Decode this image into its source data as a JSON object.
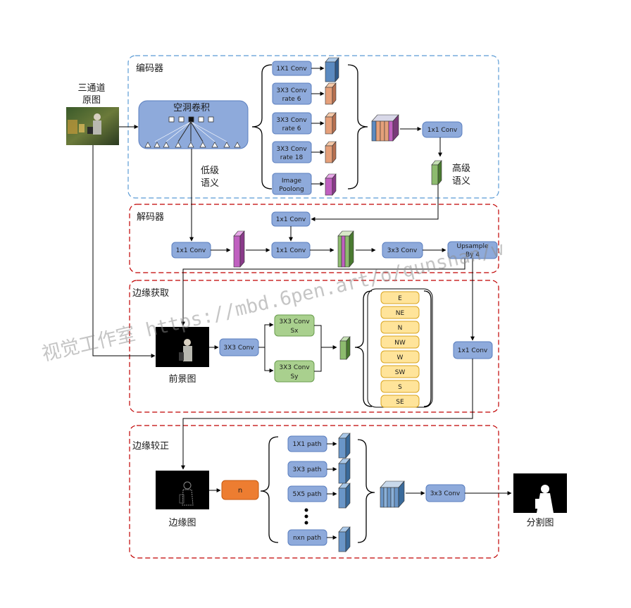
{
  "encoder": {
    "title": "编码器",
    "aspp_title": "空洞卷积",
    "low_level_label": [
      "低级",
      "语义"
    ],
    "high_level_label": [
      "高级",
      "语义"
    ],
    "branches": [
      [
        "1X1 Conv"
      ],
      [
        "3X3 Conv",
        "rate 6"
      ],
      [
        "3X3 Conv",
        "rate 6"
      ],
      [
        "3X3 Conv",
        "rate 18"
      ],
      [
        "Image",
        "Poolong"
      ]
    ],
    "concat_conv": "1x1 Conv"
  },
  "input": {
    "label": [
      "三通道",
      "原图"
    ]
  },
  "decoder": {
    "title": "解码器",
    "low_conv": "1x1 Conv",
    "high_conv": "1x1 Conv",
    "fuse_conv": "1x1 Conv",
    "conv3": "3x3 Conv",
    "upsample": [
      "Upsample",
      "By 4"
    ]
  },
  "edge_extraction": {
    "title": "边缘获取",
    "foreground_label": "前景图",
    "conv": "3X3 Conv",
    "sobel_x": [
      "3X3 Conv",
      "Sx"
    ],
    "sobel_y": [
      "3X3 Conv",
      "Sy"
    ],
    "directions": [
      "E",
      "NE",
      "N",
      "NW",
      "W",
      "SW",
      "S",
      "SE"
    ],
    "side_conv": "1x1 Conv"
  },
  "edge_correction": {
    "title": "边缘较正",
    "edge_label": "边缘图",
    "n_label": "n",
    "paths": [
      "1X1 path",
      "3X3 path",
      "5X5 path",
      "nxn path"
    ],
    "final_conv": "3x3 Conv",
    "output_label": "分割图"
  },
  "watermark": "视觉工作室 https://mbd.6pen.art/o/qunshan/w",
  "colors": {
    "encoder_border": "#5b9bd5",
    "section_border": "#c00000",
    "conv_box": "#8eaadb",
    "direction_box": "#ffe49a",
    "sobel_box": "#a9d08e",
    "n_box": "#ed7d31"
  }
}
